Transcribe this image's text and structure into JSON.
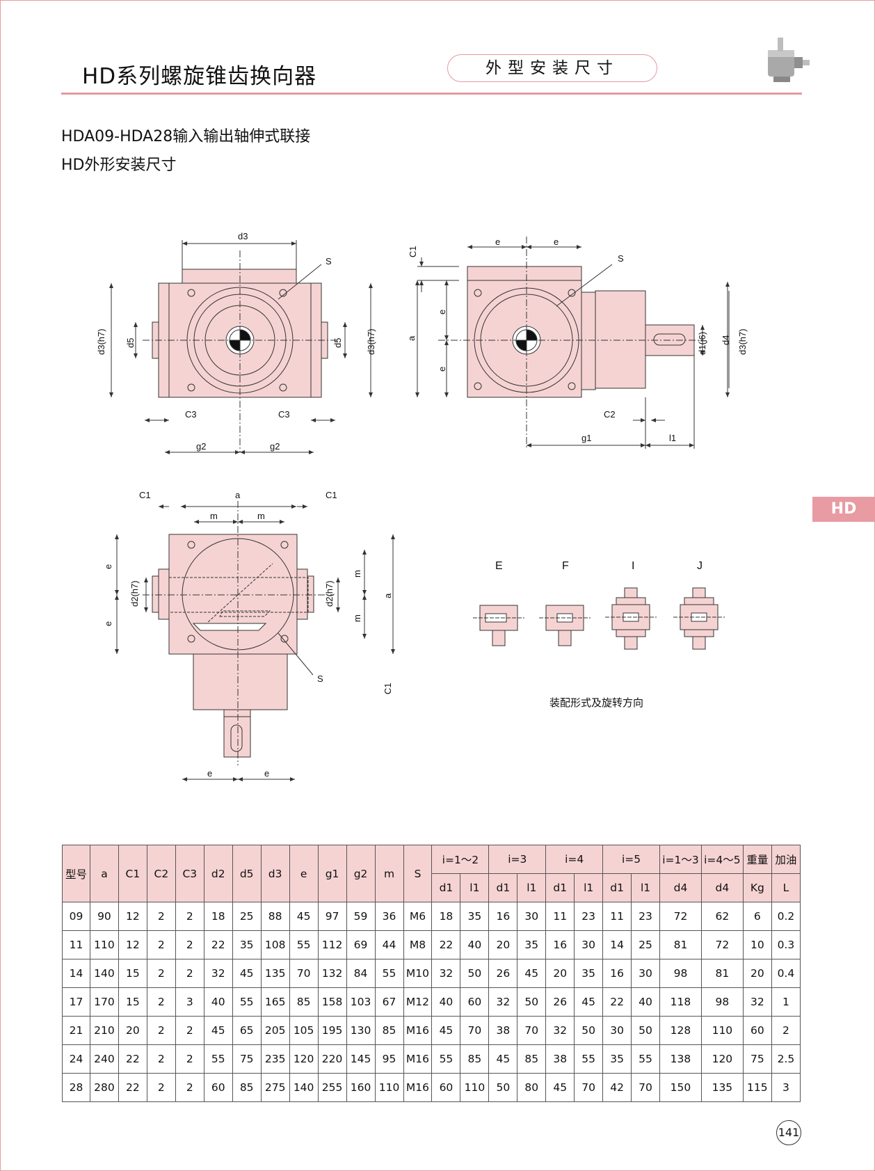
{
  "header": {
    "title": "HD系列螺旋锥齿换向器",
    "section_label": "外型安装尺寸"
  },
  "subtitles": {
    "line1": "HDA09-HDA28输入输出轴伸式联接",
    "line2": "HD外形安装尺寸"
  },
  "side_tab": "HD",
  "drawing_labels": {
    "d3": "d3",
    "S": "S",
    "d3h7": "d3(h7)",
    "d5": "d5",
    "C3": "C3",
    "g2": "g2",
    "C1": "C1",
    "e": "e",
    "a": "a",
    "d1j6": "d1(j6)",
    "d4": "d4",
    "C2": "C2",
    "g1": "g1",
    "l1": "l1",
    "m": "m",
    "d2h7": "d2(h7)"
  },
  "assembly": {
    "types": [
      "E",
      "F",
      "I",
      "J"
    ],
    "caption": "装配形式及旋转方向"
  },
  "table": {
    "header_top": [
      "型号",
      "a",
      "C1",
      "C2",
      "C3",
      "d2",
      "d5",
      "d3",
      "e",
      "g1",
      "g2",
      "m",
      "S"
    ],
    "ratio_groups": [
      "i=1～2",
      "i=3",
      "i=4",
      "i=5",
      "i=1～3",
      "i=4～5",
      "重量",
      "加油"
    ],
    "header_sub": [
      "d1",
      "l1",
      "d1",
      "l1",
      "d1",
      "l1",
      "d1",
      "l1",
      "d4",
      "d4",
      "Kg",
      "L"
    ],
    "rows": [
      [
        "09",
        "90",
        "12",
        "2",
        "2",
        "18",
        "25",
        "88",
        "45",
        "97",
        "59",
        "36",
        "M6",
        "18",
        "35",
        "16",
        "30",
        "11",
        "23",
        "11",
        "23",
        "72",
        "62",
        "6",
        "0.2"
      ],
      [
        "11",
        "110",
        "12",
        "2",
        "2",
        "22",
        "35",
        "108",
        "55",
        "112",
        "69",
        "44",
        "M8",
        "22",
        "40",
        "20",
        "35",
        "16",
        "30",
        "14",
        "25",
        "81",
        "72",
        "10",
        "0.3"
      ],
      [
        "14",
        "140",
        "15",
        "2",
        "2",
        "32",
        "45",
        "135",
        "70",
        "132",
        "84",
        "55",
        "M10",
        "32",
        "50",
        "26",
        "45",
        "20",
        "35",
        "16",
        "30",
        "98",
        "81",
        "20",
        "0.4"
      ],
      [
        "17",
        "170",
        "15",
        "2",
        "3",
        "40",
        "55",
        "165",
        "85",
        "158",
        "103",
        "67",
        "M12",
        "40",
        "60",
        "32",
        "50",
        "26",
        "45",
        "22",
        "40",
        "118",
        "98",
        "32",
        "1"
      ],
      [
        "21",
        "210",
        "20",
        "2",
        "2",
        "45",
        "65",
        "205",
        "105",
        "195",
        "130",
        "85",
        "M16",
        "45",
        "70",
        "38",
        "70",
        "32",
        "50",
        "30",
        "50",
        "128",
        "110",
        "60",
        "2"
      ],
      [
        "24",
        "240",
        "22",
        "2",
        "2",
        "55",
        "75",
        "235",
        "120",
        "220",
        "145",
        "95",
        "M16",
        "55",
        "85",
        "45",
        "85",
        "38",
        "55",
        "35",
        "55",
        "138",
        "120",
        "75",
        "2.5"
      ],
      [
        "28",
        "280",
        "22",
        "2",
        "2",
        "60",
        "85",
        "275",
        "140",
        "255",
        "160",
        "110",
        "M16",
        "60",
        "110",
        "50",
        "80",
        "45",
        "70",
        "42",
        "70",
        "150",
        "135",
        "115",
        "3"
      ]
    ]
  },
  "page_number": "141",
  "colors": {
    "accent": "#e59aa0",
    "body_fill": "#f6d3d3",
    "tab_fill": "#e89ba3"
  }
}
